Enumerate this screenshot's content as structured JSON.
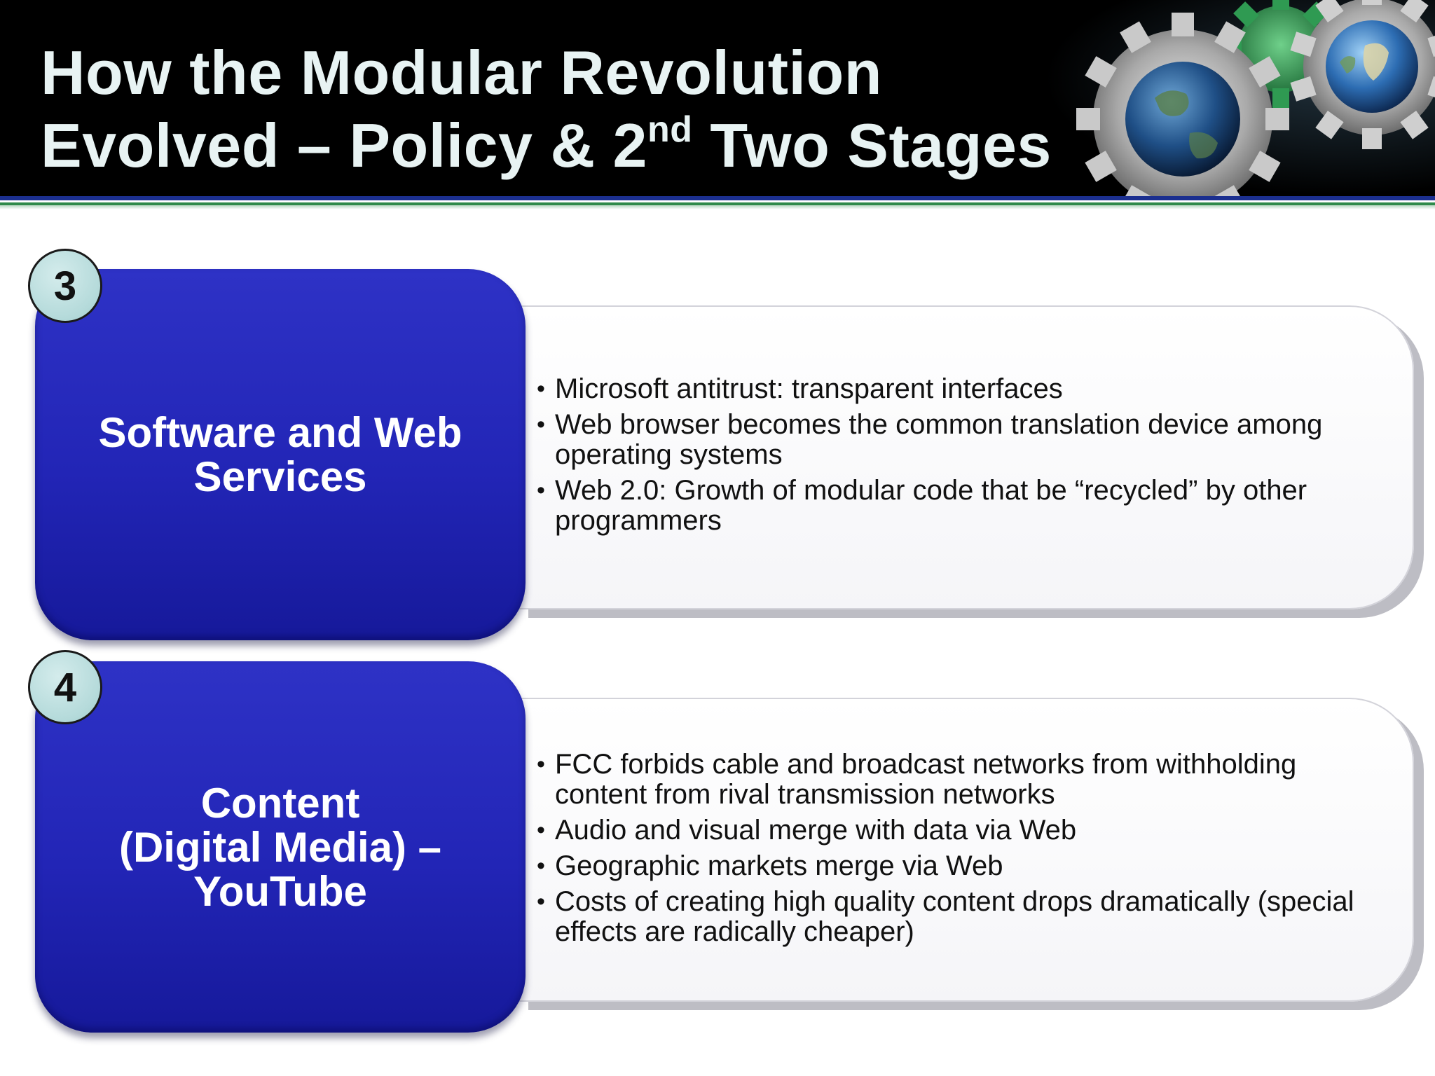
{
  "slide": {
    "title_line1": "How the Modular Revolution",
    "title_line2_pre": "Evolved – Policy & 2",
    "title_sup": "nd",
    "title_line2_post": " Two Stages"
  },
  "stages": [
    {
      "number": "3",
      "label": "Software and Web\nServices",
      "bullets": [
        "Microsoft antitrust: transparent interfaces",
        "Web browser becomes the common translation device among operating systems",
        "Web 2.0: Growth of modular code that be “recycled” by other programmers"
      ]
    },
    {
      "number": "4",
      "label": "Content\n(Digital Media) –\nYouTube",
      "bullets": [
        "FCC forbids cable and broadcast networks from withholding content from rival transmission networks",
        "Audio and visual merge with data via Web",
        "Geographic markets merge via Web",
        "Costs of creating high quality content drops dramatically (special effects are radically cheaper)"
      ]
    }
  ],
  "colors": {
    "header_bg": "#000000",
    "title_text": "#e8f3f3",
    "stage_box": "#2225b6",
    "number_badge": "#b4dada",
    "rule_blue": "#1b2f8f",
    "rule_green": "#2f8a4a"
  },
  "icons": [
    "gear-icon",
    "globe-icon"
  ]
}
